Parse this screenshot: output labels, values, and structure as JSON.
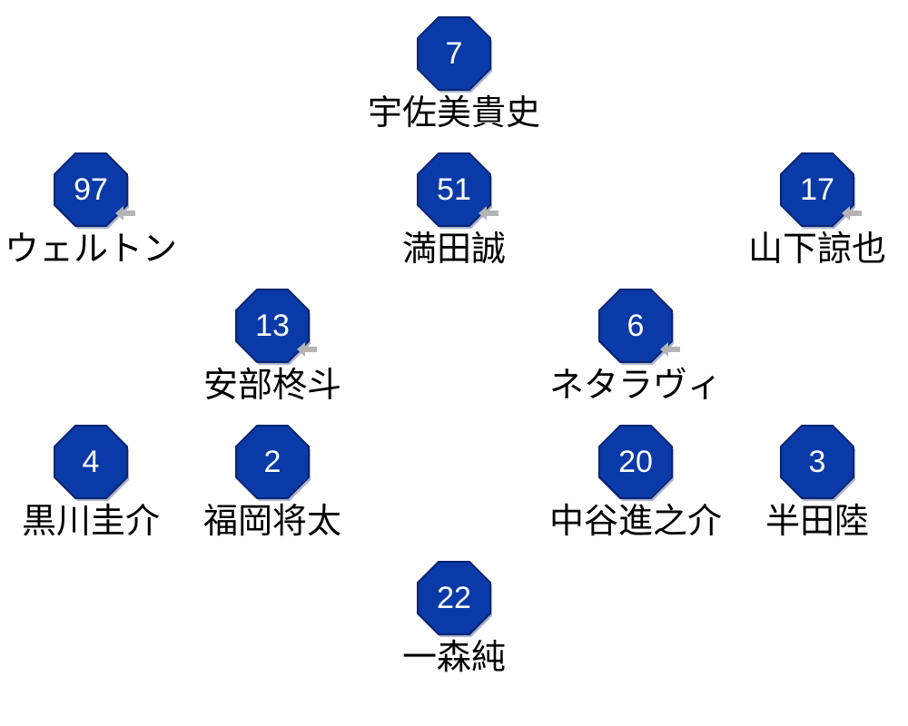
{
  "colors": {
    "badge_fill": "#0a3aa8",
    "badge_stroke": "#0a2470",
    "badge_text": "#ffffff",
    "sub_icon": "#b4b4b4"
  },
  "players": [
    {
      "number": "7",
      "name": "宇佐美貴史",
      "substitution_icon": false
    },
    {
      "number": "97",
      "name": "ウェルトン",
      "substitution_icon": true
    },
    {
      "number": "51",
      "name": "満田誠",
      "substitution_icon": true
    },
    {
      "number": "17",
      "name": "山下諒也",
      "substitution_icon": true
    },
    {
      "number": "13",
      "name": "安部柊斗",
      "substitution_icon": true
    },
    {
      "number": "6",
      "name": "ネタラヴィ",
      "substitution_icon": true
    },
    {
      "number": "4",
      "name": "黒川圭介",
      "substitution_icon": false
    },
    {
      "number": "2",
      "name": "福岡将太",
      "substitution_icon": false
    },
    {
      "number": "20",
      "name": "中谷進之介",
      "substitution_icon": false
    },
    {
      "number": "3",
      "name": "半田陸",
      "substitution_icon": false
    },
    {
      "number": "22",
      "name": "一森純",
      "substitution_icon": false
    }
  ]
}
